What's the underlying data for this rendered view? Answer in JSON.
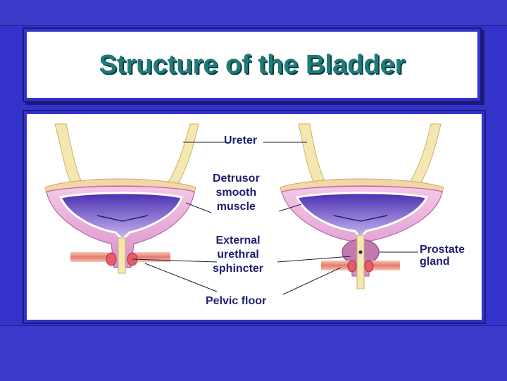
{
  "slide": {
    "title": "Structure of the Bladder"
  },
  "labels": {
    "ureter": "Ureter",
    "detrusor_line1": "Detrusor",
    "detrusor_line2": "smooth",
    "detrusor_line3": "muscle",
    "sphincter_line1": "External",
    "sphincter_line2": "urethral",
    "sphincter_line3": "sphincter",
    "pelvic_floor": "Pelvic floor",
    "prostate_line1": "Prostate",
    "prostate_line2": "gland"
  },
  "colors": {
    "background": "#3333cc",
    "title_text": "#1f7a7a",
    "label_text": "#1e1e6e",
    "bladder_wall": "#e8b4dc",
    "bladder_lumen": "#5b3fc4",
    "ureter": "#f5e7b0",
    "sphincter": "#e85a6a",
    "prostate": "#c27bb0"
  }
}
